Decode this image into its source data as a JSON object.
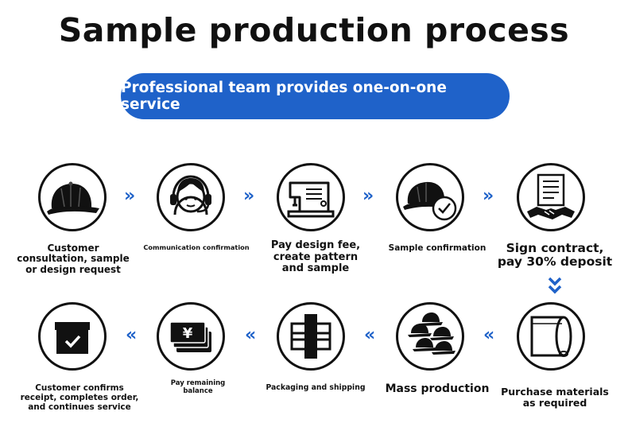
{
  "title": "Sample production process",
  "banner": "Professional team provides one-on-one service",
  "accent_color": "#1f62c9",
  "steps": [
    {
      "label": "Customer consultation, sample or design request",
      "icon": "baseball-cap-icon"
    },
    {
      "label": "Communication confirmation",
      "icon": "headset-agent-icon"
    },
    {
      "label": "Pay design fee, create pattern and sample",
      "icon": "sewing-machine-icon"
    },
    {
      "label": "Sample confirmation",
      "icon": "cap-checkmark-icon"
    },
    {
      "label": "Sign contract, pay 30% deposit",
      "icon": "contract-handshake-icon"
    },
    {
      "label": "Purchase materials as required",
      "icon": "fabric-roll-icon"
    },
    {
      "label": "Mass production",
      "icon": "cap-stack-icon"
    },
    {
      "label": "Packaging and shipping",
      "icon": "packaging-tape-icon"
    },
    {
      "label": "Pay remaining balance",
      "icon": "yen-bills-icon"
    },
    {
      "label": "Customer confirms receipt, completes order, and continues service",
      "icon": "box-check-icon"
    }
  ],
  "arrows": {
    "forward": "»",
    "backward": "«"
  }
}
